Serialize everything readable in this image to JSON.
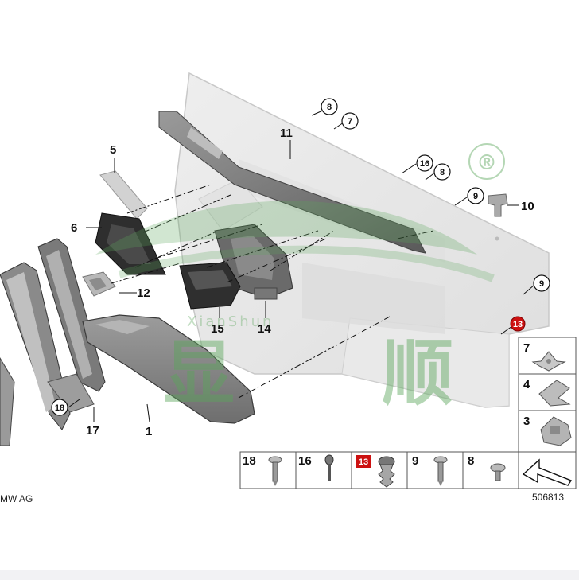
{
  "diagram": {
    "callouts": [
      {
        "id": "c1",
        "label": "1"
      },
      {
        "id": "c5",
        "label": "5"
      },
      {
        "id": "c6",
        "label": "6"
      },
      {
        "id": "c7",
        "label": "7"
      },
      {
        "id": "c8a",
        "label": "8"
      },
      {
        "id": "c8b",
        "label": "8"
      },
      {
        "id": "c9a",
        "label": "9"
      },
      {
        "id": "c9b",
        "label": "9"
      },
      {
        "id": "c10",
        "label": "10"
      },
      {
        "id": "c11",
        "label": "11"
      },
      {
        "id": "c12",
        "label": "12"
      },
      {
        "id": "c13",
        "label": "13"
      },
      {
        "id": "c14",
        "label": "14"
      },
      {
        "id": "c15",
        "label": "15"
      },
      {
        "id": "c16",
        "label": "16"
      },
      {
        "id": "c17",
        "label": "17"
      },
      {
        "id": "c18",
        "label": "18"
      }
    ],
    "legend_side": [
      {
        "label": "7",
        "icon": "push-nut-icon"
      },
      {
        "label": "4",
        "icon": "spring-clip-icon"
      },
      {
        "label": "3",
        "icon": "expanding-clip-icon"
      }
    ],
    "legend_bottom": [
      {
        "label": "18",
        "icon": "screw-icon",
        "highlight": false
      },
      {
        "label": "16",
        "icon": "grommet-icon",
        "highlight": false
      },
      {
        "label": "13",
        "icon": "fir-tree-clip-icon",
        "highlight": true
      },
      {
        "label": "9",
        "icon": "screw-icon",
        "highlight": false
      },
      {
        "label": "8",
        "icon": "short-screw-icon",
        "highlight": false
      },
      {
        "label": "",
        "icon": "arrow-icon",
        "highlight": false
      }
    ],
    "copyright": "MW AG",
    "diagram_number": "506813",
    "watermark": {
      "symbol": "®",
      "chars": [
        "显",
        "顺"
      ],
      "latin": "XianShun"
    },
    "colors": {
      "highlight": "#cc1111",
      "watermark": "#5aa65a",
      "panel": "#e6e6e6"
    }
  }
}
